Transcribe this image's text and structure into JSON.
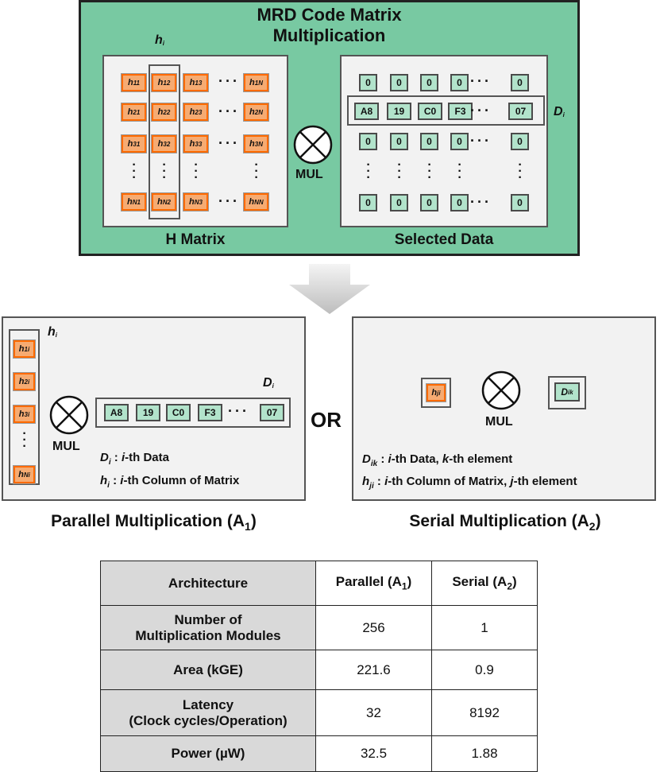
{
  "top": {
    "title_line1": "MRD Code Matrix",
    "title_line2": "Multiplication",
    "hi_label": "h",
    "hi_sub": "i",
    "di_label": "D",
    "di_sub": "i",
    "h_matrix_caption": "H Matrix",
    "selected_caption": "Selected Data",
    "mul_label": "MUL",
    "h_rows": [
      [
        [
          "h",
          "11"
        ],
        [
          "h",
          "12"
        ],
        [
          "h",
          "13"
        ],
        [
          "h",
          "1N"
        ]
      ],
      [
        [
          "h",
          "21"
        ],
        [
          "h",
          "22"
        ],
        [
          "h",
          "23"
        ],
        [
          "h",
          "2N"
        ]
      ],
      [
        [
          "h",
          "31"
        ],
        [
          "h",
          "32"
        ],
        [
          "h",
          "33"
        ],
        [
          "h",
          "3N"
        ]
      ],
      [
        [
          "h",
          "N1"
        ],
        [
          "h",
          "N2"
        ],
        [
          "h",
          "N3"
        ],
        [
          "h",
          "NN"
        ]
      ]
    ],
    "data_rows": [
      [
        "0",
        "0",
        "0",
        "0",
        "0"
      ],
      [
        "A8",
        "19",
        "C0",
        "F3",
        "07"
      ],
      [
        "0",
        "0",
        "0",
        "0",
        "0"
      ],
      [
        "0",
        "0",
        "0",
        "0",
        "0"
      ]
    ]
  },
  "parallel": {
    "hi_label": "h",
    "hi_sub": "i",
    "di_label": "D",
    "di_sub": "i",
    "mul_label": "MUL",
    "column": [
      [
        "h",
        "1i"
      ],
      [
        "h",
        "2i"
      ],
      [
        "h",
        "3i"
      ],
      [
        "h",
        "Ni"
      ]
    ],
    "data": [
      "A8",
      "19",
      "C0",
      "F3",
      "07"
    ],
    "note1_sym": "D",
    "note1_sub": "i",
    "note1_rest_a": " : ",
    "note1_italic": "i",
    "note1_rest_b": "-th Data",
    "note2_sym": "h",
    "note2_sub": "i",
    "note2_rest_a": " : ",
    "note2_italic": "i",
    "note2_rest_b": "-th Column of Matrix",
    "caption": "Parallel Multiplication (A",
    "caption_sub": "1",
    "caption_end": ")"
  },
  "or_label": "OR",
  "serial": {
    "mul_label": "MUL",
    "h_cell": [
      "h",
      "ji"
    ],
    "d_cell": [
      "D",
      "ik"
    ],
    "note1_sym": "D",
    "note1_sub": "ik",
    "note1_rest_a": " : ",
    "note1_italic_a": "i",
    "note1_rest_b": "-th Data, ",
    "note1_italic_b": "k",
    "note1_rest_c": "-th element",
    "note2_sym": "h",
    "note2_sub": "ji",
    "note2_rest_a": " : ",
    "note2_italic_a": "i",
    "note2_rest_b": "-th Column of Matrix, ",
    "note2_italic_b": "j",
    "note2_rest_c": "-th element",
    "caption": "Serial Multiplication (A",
    "caption_sub": "2",
    "caption_end": ")"
  },
  "table": {
    "header": [
      "Architecture",
      "Parallel (A",
      "1",
      ")",
      "Serial (A",
      "2",
      ")"
    ],
    "rows": [
      {
        "label_l1": "Number of",
        "label_l2": "Multiplication Modules",
        "parallel": "256",
        "serial": "1"
      },
      {
        "label_l1": "Area (kGE)",
        "label_l2": "",
        "parallel": "221.6",
        "serial": "0.9"
      },
      {
        "label_l1": "Latency",
        "label_l2": "(Clock cycles/Operation)",
        "parallel": "32",
        "serial": "8192"
      },
      {
        "label_l1": "Power (µW)",
        "label_l2": "",
        "parallel": "32.5",
        "serial": "1.88"
      }
    ]
  },
  "colors": {
    "top_panel": "#78c9a2",
    "orange_fill": "#f6ab72",
    "orange_border": "#ff6a00",
    "green_cell": "#b2e3cb",
    "panel_gray": "#f2f2f2",
    "header_gray": "#d9d9d9"
  }
}
